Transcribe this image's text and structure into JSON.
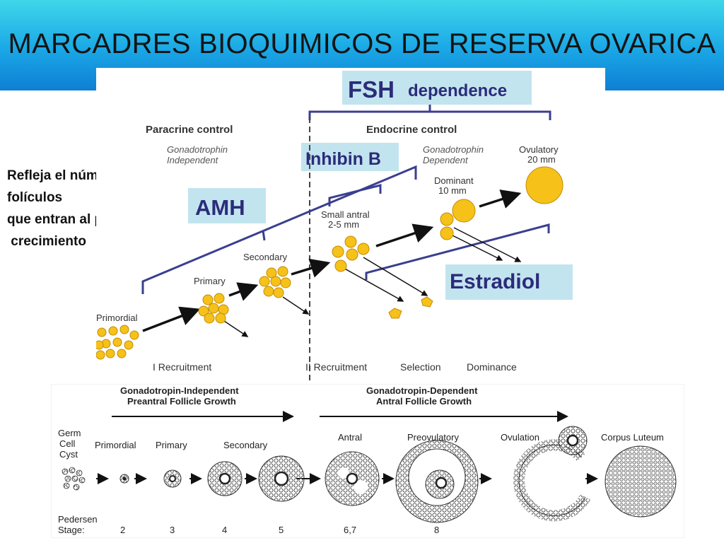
{
  "slide": {
    "title": "MARCADRES BIOQUIMICOS DE RESERVA OVARICA",
    "side_note": "Refleja el núm de\nfolículos\nque entran al pool en\n crecimiento"
  },
  "figure_top": {
    "fsh_label_main": "FSH",
    "fsh_label_sub": "dependence",
    "paracrine": "Paracrine control",
    "paracrine_sub1": "Gonadotrophin",
    "paracrine_sub2": "Independent",
    "endocrine": "Endocrine control",
    "endocrine_sub1": "Gonadotrophin",
    "endocrine_sub2": "Dependent",
    "inhibin": "Inhibin B",
    "amh": "AMH",
    "estradiol": "Estradiol",
    "ovulatory1": "Ovulatory",
    "ovulatory2": "20 mm",
    "dominant1": "Dominant",
    "dominant2": "10 mm",
    "small_antral1": "Small antral",
    "small_antral2": "2-5 mm",
    "secondary": "Secondary",
    "primary": "Primary",
    "primordial": "Primordial",
    "recruit1": "I Recruitment",
    "recruit2": "II Recruitment",
    "selection": "Selection",
    "dominance": "Dominance",
    "colors": {
      "bracket": "#3b3f8f",
      "follicle": "#f6c21a",
      "follicle_stroke": "#c48a00",
      "label_box": "#bfe3ee"
    }
  },
  "figure_bottom": {
    "indep1": "Gonadotropin-Independent",
    "indep2": "Preantral Follicle Growth",
    "dep1": "Gonadotropin-Dependent",
    "dep2": "Antral Follicle Growth",
    "germ1": "Germ",
    "germ2": "Cell",
    "germ3": "Cyst",
    "primordial": "Primordial",
    "primary": "Primary",
    "secondary": "Secondary",
    "antral": "Antral",
    "preovulatory": "Preovulatory",
    "ovulation": "Ovulation",
    "corpus_luteum": "Corpus Luteum",
    "pedersen1": "Pedersen",
    "pedersen2": "Stage:",
    "stages": [
      "2",
      "3",
      "4",
      "5",
      "6,7",
      "8"
    ]
  }
}
